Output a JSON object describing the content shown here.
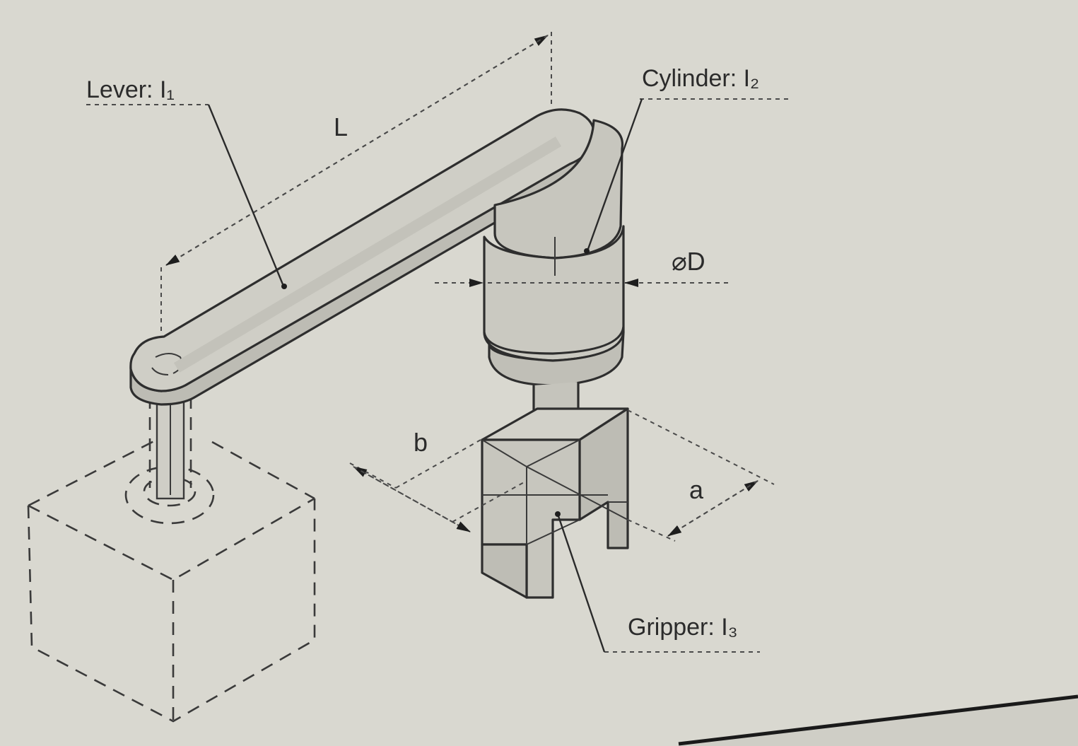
{
  "diagram": {
    "labels": {
      "lever": "Lever: I₁",
      "cylinder": "Cylinder: I₂",
      "gripper": "Gripper: I₃",
      "length": "L",
      "diameter": "⌀D",
      "width_a": "a",
      "width_b": "b"
    },
    "colors": {
      "paper": "#d9d8d0",
      "part_fill": "#c9c8c0",
      "part_shade": "#bdbcb4",
      "ink": "#2e2e2e"
    }
  }
}
